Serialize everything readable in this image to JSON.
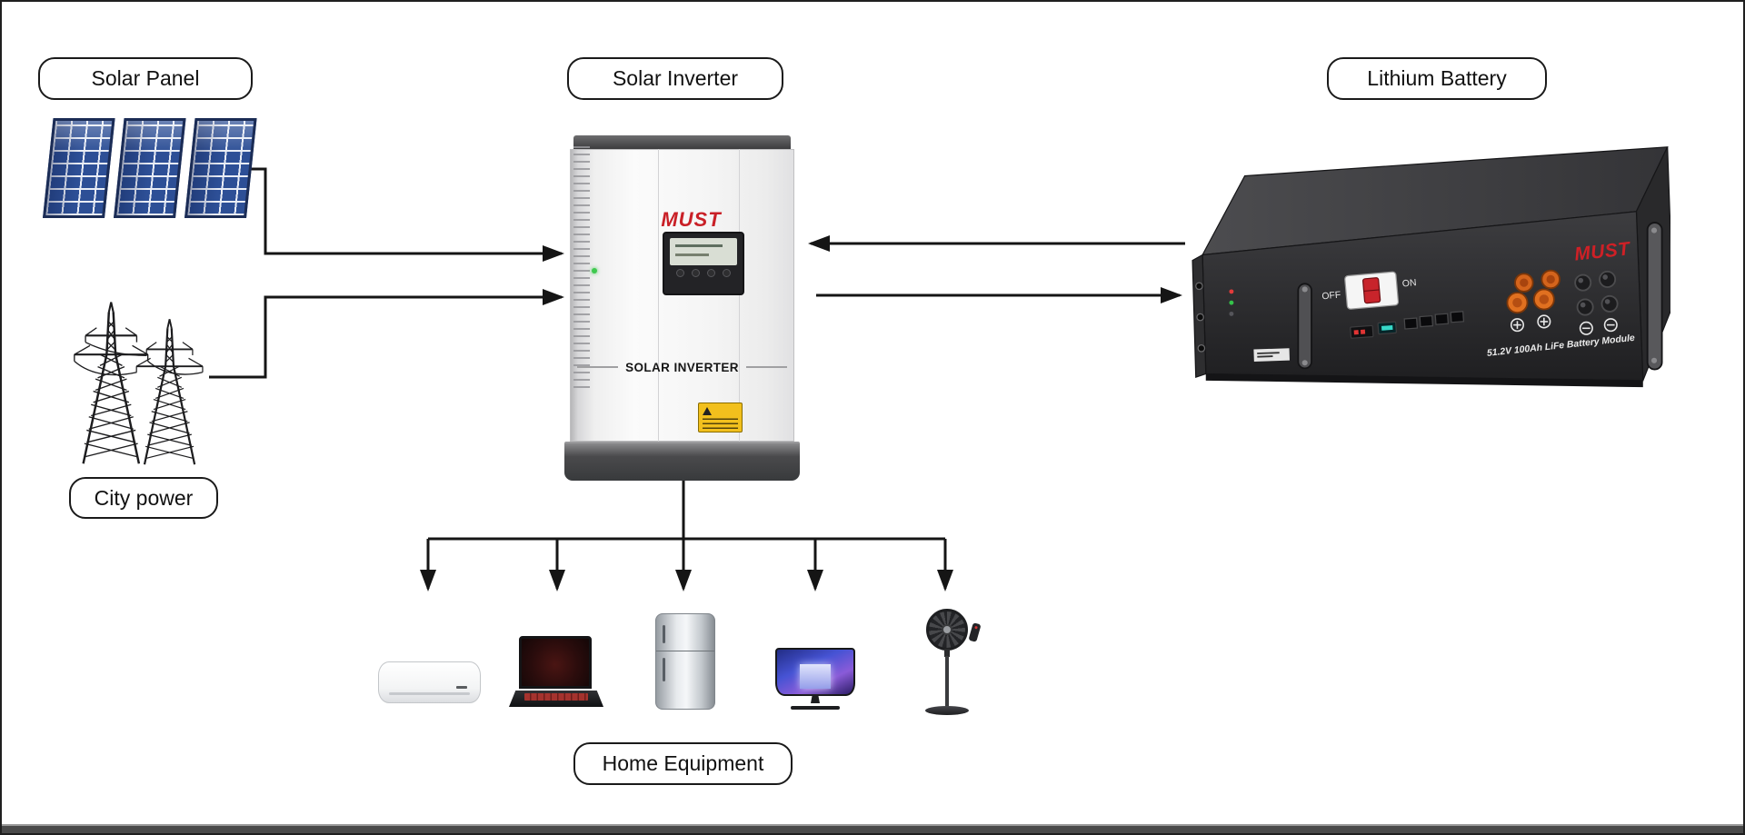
{
  "nodes": {
    "solar_panel": {
      "label": "Solar Panel"
    },
    "city_power": {
      "label": "City power"
    },
    "solar_inverter": {
      "label": "Solar Inverter",
      "brand": "MUST",
      "device_text": "SOLAR INVERTER"
    },
    "lithium_battery": {
      "label": "Lithium Battery",
      "brand": "MUST",
      "switch_off": "OFF",
      "switch_on": "ON",
      "module_text": "51.2V 100Ah LiFe Battery Module"
    },
    "home_equipment": {
      "label": "Home Equipment",
      "item_icons": [
        "air-conditioner-icon",
        "laptop-icon",
        "refrigerator-icon",
        "tv-icon",
        "standing-fan-icon"
      ]
    }
  },
  "connections": [
    {
      "from": "solar_panel",
      "to": "solar_inverter"
    },
    {
      "from": "city_power",
      "to": "solar_inverter"
    },
    {
      "from": "lithium_battery",
      "to": "solar_inverter"
    },
    {
      "from": "solar_inverter",
      "to": "lithium_battery"
    },
    {
      "from": "solar_inverter",
      "to": "home_equipment"
    }
  ],
  "colors": {
    "arrow": "#151515",
    "brand_red": "#c92027",
    "panel_blue": "#2d4f96",
    "caution_yellow": "#f2c01d"
  }
}
